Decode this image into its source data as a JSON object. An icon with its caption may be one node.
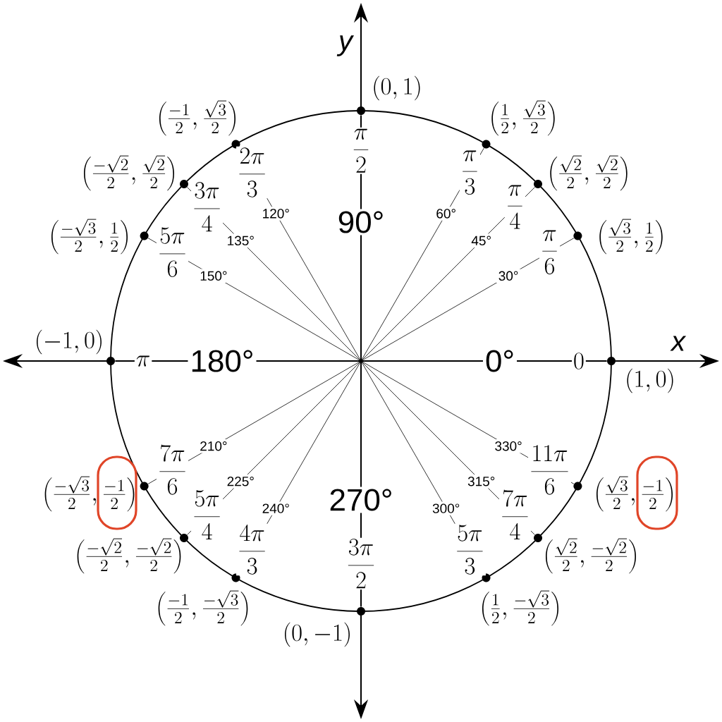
{
  "diagram": {
    "nodes": [
      {
        "text": [],
        "shape": "circle",
        "beside": [
          "(1,0)",
          "0"
        ]
      },
      {
        "text": [],
        "shape": "circle",
        "beside": [
          "\\left(\\frac{\\sqrt{3}}{2}, \\frac{1}{2}\\right)",
          "\\frac{\\pi}{6}"
        ]
      },
      {
        "text": [],
        "shape": "circle",
        "beside": [
          "\\left(\\frac{\\sqrt{2}}{2}, \\frac{\\sqrt{2}}{2}\\right)",
          "\\frac{\\pi}{4}"
        ]
      },
      {
        "text": [],
        "shape": "circle",
        "beside": [
          "\\left(\\frac{1}{2}, \\frac{\\sqrt{3}}{2}\\right)",
          "\\frac{\\pi}{3}"
        ]
      },
      {
        "text": [],
        "shape": "circle",
        "beside": [
          "(0,1)",
          "\\frac{\\pi}{2}"
        ]
      },
      {
        "text": [],
        "shape": "circle",
        "beside": [
          "\\left(\\frac{-1}{2}, \\frac{\\sqrt{3}}{2}\\right)",
          "\\frac{2\\pi}{3}"
        ]
      },
      {
        "text": [],
        "shape": "circle",
        "beside": [
          "\\left(\\frac{-\\sqrt{2}}{2}, \\frac{\\sqrt{2}}{2}\\right)",
          "\\frac{3\\pi}{4}"
        ]
      },
      {
        "text": [],
        "shape": "circle",
        "beside": [
          "\\left(\\frac{-\\sqrt{3}}{2}, \\frac{1}{2}\\right)",
          "\\frac{5\\pi}{6}"
        ]
      },
      {
        "text": [],
        "shape": "circle",
        "beside": [
          "(-1,0)",
          "\\pi"
        ]
      },
      {
        "text": [],
        "shape": "circle",
        "beside": [
          "\\left(\\frac{-\\sqrt{3}}{2}, \\frac{-1}{2}\\right)",
          "\\frac{7\\pi}{6}"
        ]
      },
      {
        "text": [],
        "shape": "circle",
        "beside": [
          "\\left(\\frac{-\\sqrt{2}}{2}, \\frac{-\\sqrt{2}}{2}\\right)",
          "\\frac{5\\pi}{4}"
        ]
      },
      {
        "text": [],
        "shape": "circle",
        "beside": [
          "\\left(\\frac{-1}{2}, \\frac{-\\sqrt{3}}{2}\\right)",
          "\\frac{4\\pi}{3}"
        ]
      },
      {
        "text": [],
        "shape": "circle",
        "beside": [
          "(0, -1)",
          "\\frac{3\\pi}{2}"
        ]
      },
      {
        "text": [],
        "shape": "circle",
        "beside": [
          "\\left(\\frac{1}{2}, \\frac{-\\sqrt{3}}{2}\\right)",
          "\\frac{5\\pi}{3}"
        ]
      },
      {
        "text": [],
        "shape": "circle",
        "beside": [
          "\\left(\\frac{\\sqrt{2}}{2}, \\frac{-\\sqrt{2}}{2}\\right)",
          "\\frac{7\\pi}{4}"
        ]
      },
      {
        "text": [],
        "shape": "circle",
        "beside": [
          "\\left(\\frac{\\sqrt{3}}{2}, \\frac{-1}{2}\\right)",
          "\\frac{11\\pi}{6}"
        ]
      }
    ],
    "edges": [
      {
        "from": null,
        "to": 0,
        "arrow": "none",
        "label": "0°"
      },
      {
        "from": null,
        "to": 1,
        "arrow": "none",
        "label": "30°"
      },
      {
        "from": null,
        "to": 2,
        "arrow": "none",
        "label": "45°"
      },
      {
        "from": null,
        "to": 3,
        "arrow": "none",
        "label": "60°"
      },
      {
        "from": null,
        "to": 4,
        "arrow": "none",
        "label": "90°"
      },
      {
        "from": null,
        "to": 5,
        "arrow": "none",
        "label": "120°"
      },
      {
        "from": null,
        "to": 6,
        "arrow": "none",
        "label": "135°"
      },
      {
        "from": null,
        "to": 7,
        "arrow": "none",
        "label": "150°"
      },
      {
        "from": null,
        "to": 8,
        "arrow": "none",
        "label": "180°"
      },
      {
        "from": null,
        "to": 9,
        "arrow": "none",
        "label": "210°"
      },
      {
        "from": null,
        "to": 10,
        "arrow": "none",
        "label": "225°"
      },
      {
        "from": null,
        "to": 11,
        "arrow": "none",
        "label": "240°"
      },
      {
        "from": null,
        "to": 12,
        "arrow": "none",
        "label": "270°"
      },
      {
        "from": null,
        "to": 13,
        "arrow": "none",
        "label": "300°"
      },
      {
        "from": null,
        "to": 14,
        "arrow": "none",
        "label": "315°"
      },
      {
        "from": null,
        "to": 15,
        "arrow": "none",
        "label": "330°"
      }
    ],
    "labels": [
      "x",
      "y"
    ]
  }
}
